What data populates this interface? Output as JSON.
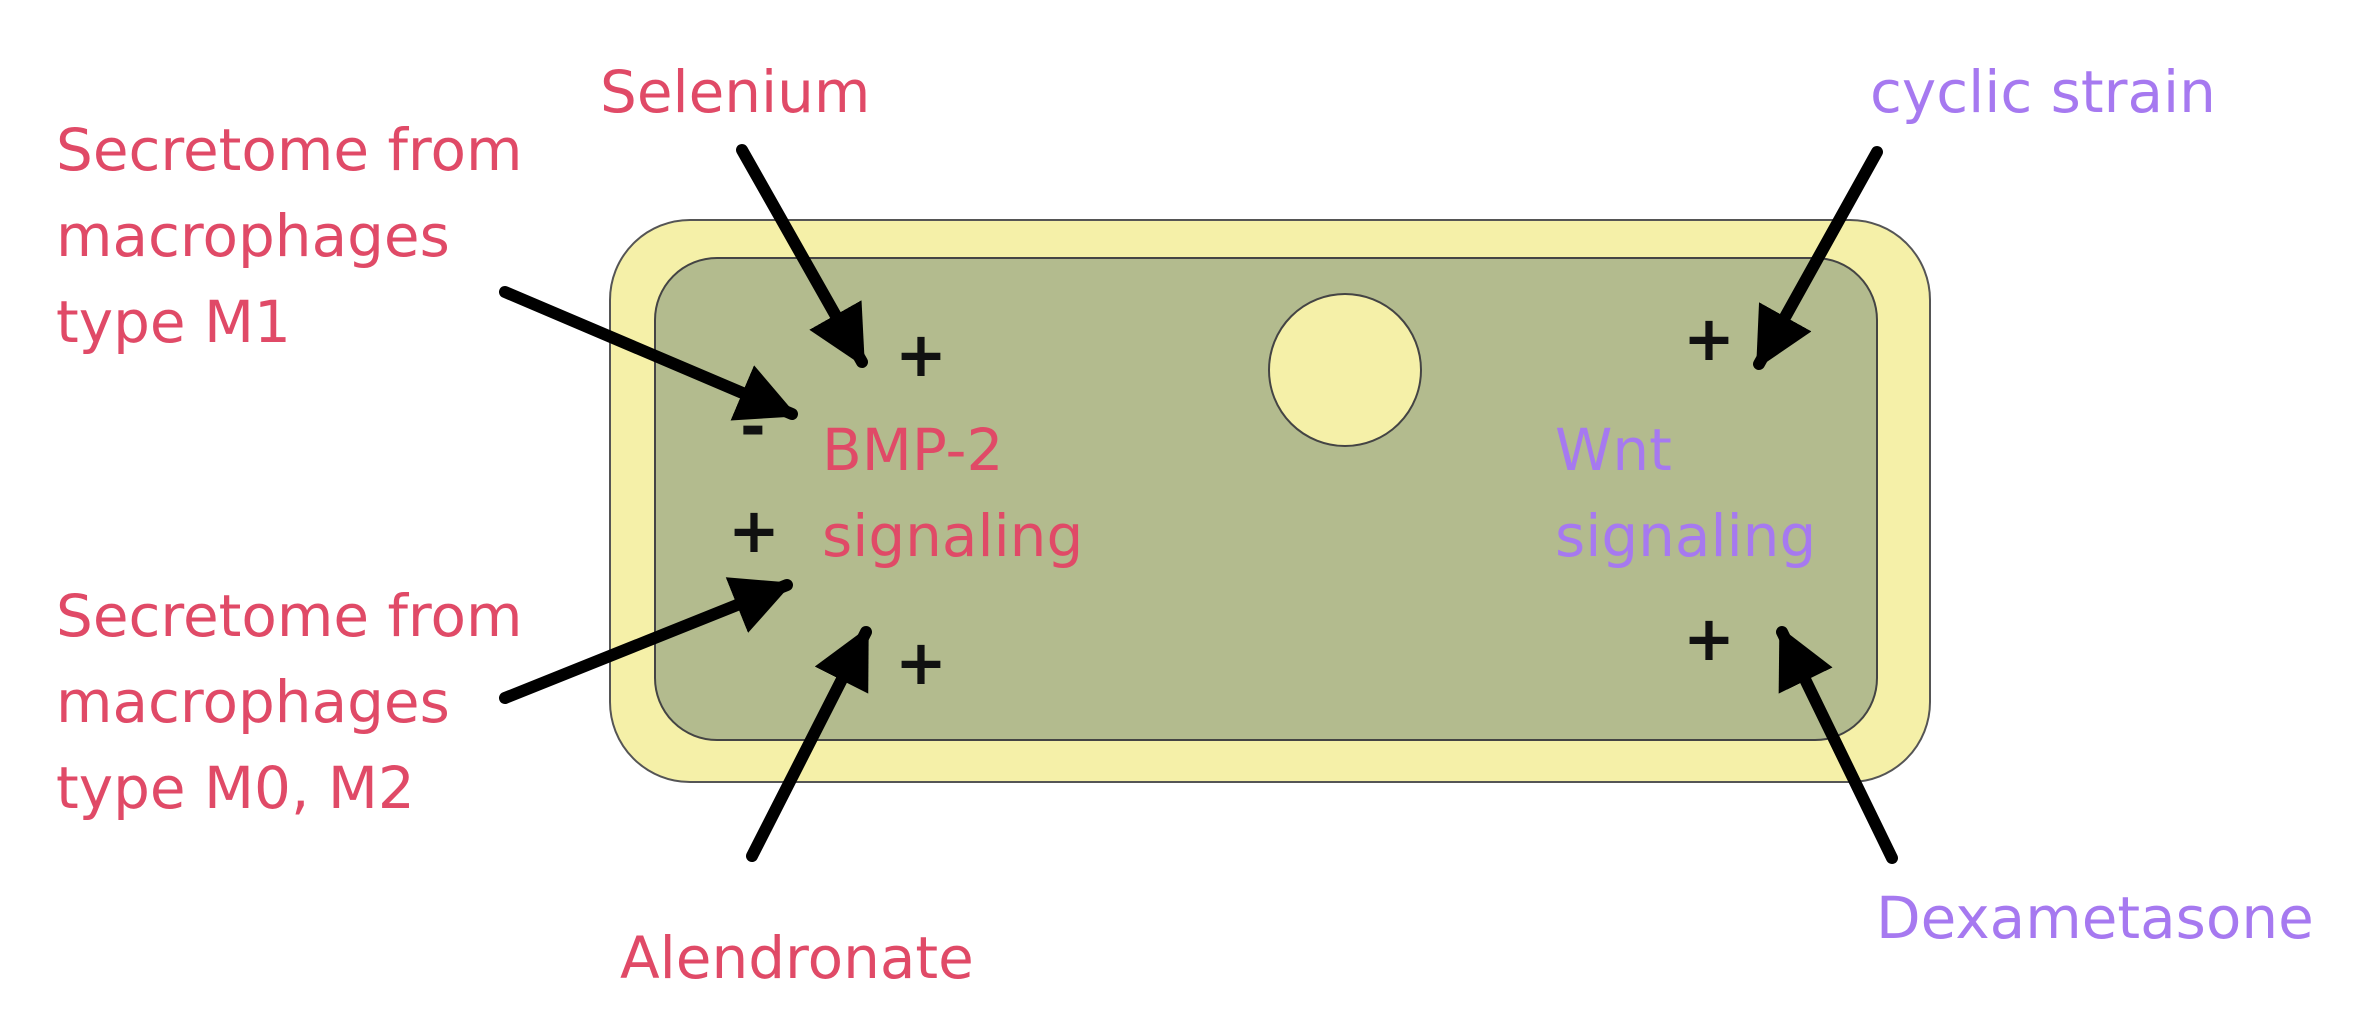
{
  "colors": {
    "bmp2": "#e04a67",
    "wnt": "#a679f0",
    "cell_membrane": "#f5f0a8",
    "cytoplasm": "#b3bb8e",
    "nucleus": "#f5f0a8",
    "outline": "#444444",
    "arrow": "#000000"
  },
  "pathways": {
    "bmp2": {
      "line1": "BMP-2",
      "line2": "signaling"
    },
    "wnt": {
      "line1": "Wnt",
      "line2": "signaling"
    }
  },
  "stimuli": {
    "selenium": {
      "text": "Selenium",
      "effect": "+"
    },
    "m1": {
      "line1": "Secretome from",
      "line2": "macrophages",
      "line3": "type M1",
      "effect": "-"
    },
    "m0m2": {
      "line1": "Secretome from",
      "line2": "macrophages",
      "line3": "type M0, M2",
      "effect": "+"
    },
    "alendronate": {
      "text": "Alendronate",
      "effect": "+"
    },
    "cyclic_strain": {
      "text": "cyclic strain",
      "effect": "+"
    },
    "dexametasone": {
      "text": "Dexametasone",
      "effect": "+"
    }
  }
}
